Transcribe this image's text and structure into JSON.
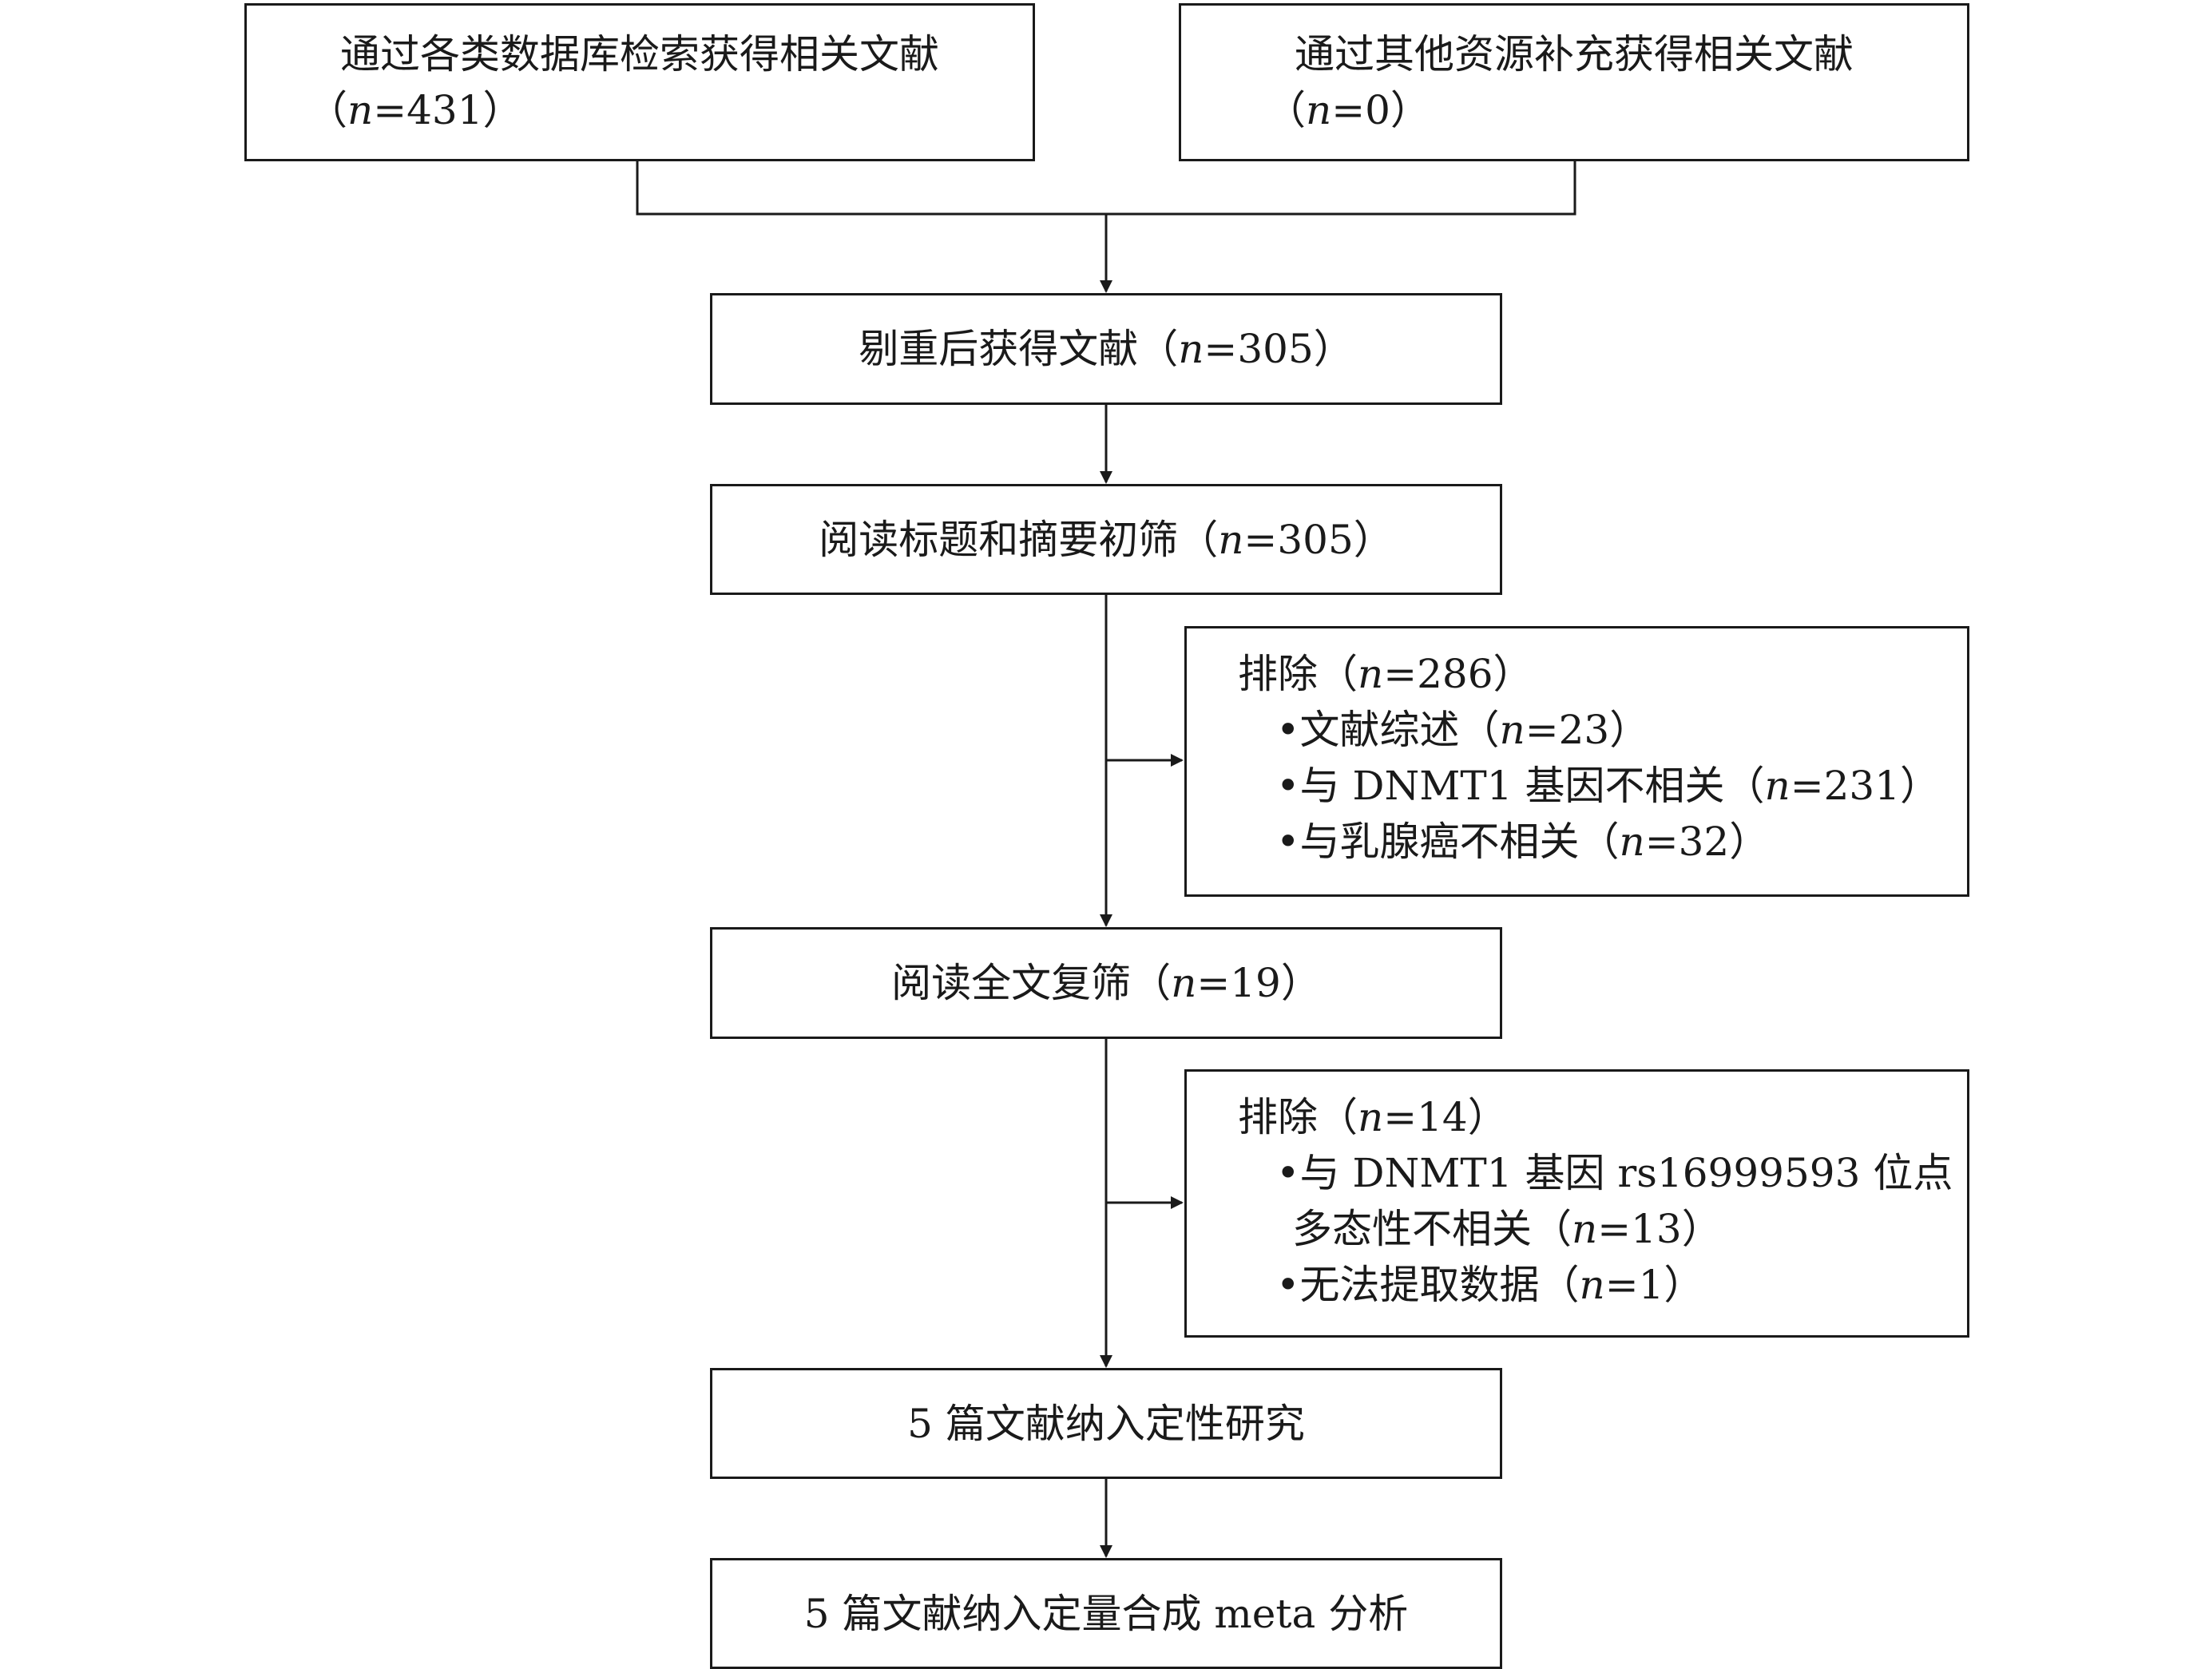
{
  "nodes": {
    "db_search": {
      "line1": "通过各类数据库检索获得相关文献",
      "open": "（",
      "n": "n",
      "eq": "=431",
      "close": "）"
    },
    "other_sources": {
      "line1": "通过其他资源补充获得相关文献",
      "open": "（",
      "n": "n",
      "eq": "=0",
      "close": "）"
    },
    "dedup": {
      "text": "剔重后获得文献（",
      "n": "n",
      "eq": "=305",
      "close": "）"
    },
    "title_abstract": {
      "text": "阅读标题和摘要初筛（",
      "n": "n",
      "eq": "=305",
      "close": "）"
    },
    "fulltext": {
      "text": "阅读全文复筛（",
      "n": "n",
      "eq": "=19",
      "close": "）"
    },
    "qualitative": {
      "text": "5 篇文献纳入定性研究"
    },
    "meta": {
      "text": "5 篇文献纳入定量合成 meta 分析"
    }
  },
  "exclusion1": {
    "title": "排除（",
    "n": "n",
    "eq": "=286",
    "close": "）",
    "items": [
      {
        "text": "•文献综述（",
        "n": "n",
        "eq": "=23",
        "close": "）"
      },
      {
        "text": "•与 DNMT1 基因不相关（",
        "n": "n",
        "eq": "=231",
        "close": "）"
      },
      {
        "text": "•与乳腺癌不相关（",
        "n": "n",
        "eq": "=32",
        "close": "）"
      }
    ]
  },
  "exclusion2": {
    "title": "排除（",
    "n": "n",
    "eq": "=14",
    "close": "）",
    "items": [
      {
        "text": "•与 DNMT1 基因 rs16999593 位点"
      },
      {
        "text": "多态性不相关（",
        "n": "n",
        "eq": "=13",
        "close": "）"
      },
      {
        "text": "•无法提取数据（",
        "n": "n",
        "eq": "=1",
        "close": "）"
      }
    ]
  },
  "colors": {
    "stroke": "#1a1a1a",
    "background": "#ffffff"
  }
}
